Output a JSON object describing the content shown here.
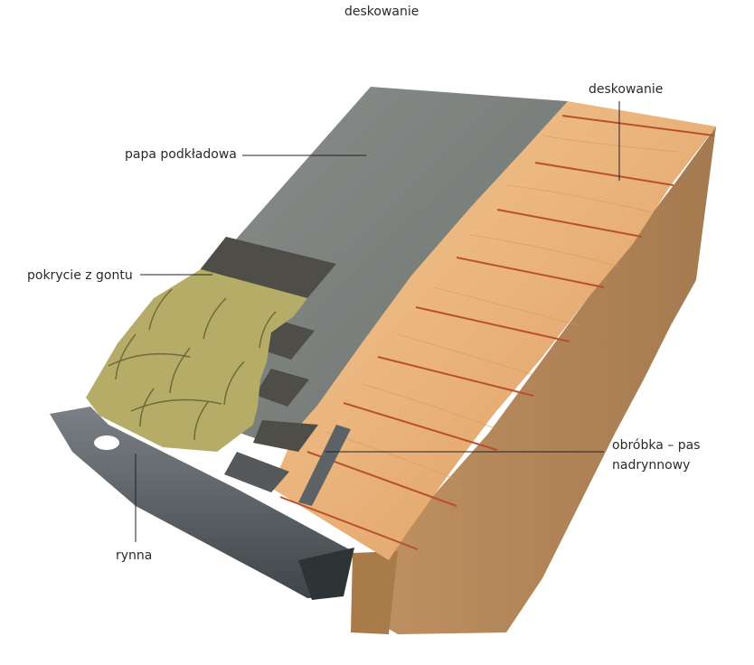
{
  "header": {
    "title": "deskowanie"
  },
  "labels": {
    "deskowanie": "deskowanie",
    "papa": "papa podkładowa",
    "pokrycie": "pokrycie z gontu",
    "obrobka_line1": "obróbka – pas",
    "obrobka_line2": "nadrynnowy",
    "rynna": "rynna"
  },
  "colors": {
    "wood": "#e8b27a",
    "wood_dark": "#c98a4f",
    "plank_edge": "#b8502e",
    "felt": "#7b7f7c",
    "shingle": "#b5ad67",
    "shingle_dark": "#4f4d47",
    "metal": "#5c6266"
  }
}
